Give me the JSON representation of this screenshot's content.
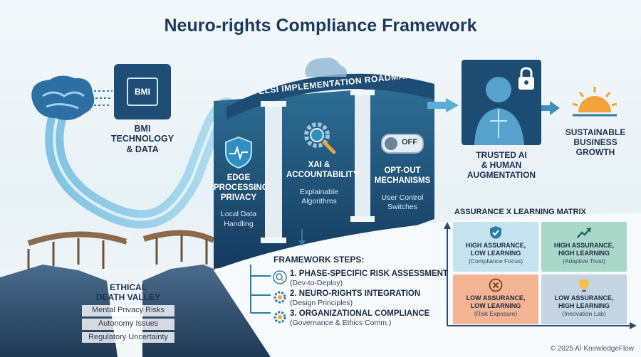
{
  "title": "Neuro-rights Compliance Framework",
  "bmi": {
    "chip_label": "BMI",
    "label_lines": [
      "BMI",
      "TECHNOLOGY",
      "& DATA"
    ]
  },
  "death_valley": {
    "title_lines": [
      "ETHICAL",
      "DEATH VALLEY"
    ],
    "items": [
      "Mental Privacy Risks",
      "Autonomy Issues",
      "Regulatory Uncertainty"
    ]
  },
  "roadmap": {
    "banner": "ELSI IMPLEMENTATION ROADMAP",
    "pillars": [
      {
        "title_lines": [
          "EDGE",
          "PROCESSING",
          "PRIVACY"
        ],
        "text_lines": [
          "Local Data",
          "Handling"
        ],
        "icon": "shield-heartbeat-icon"
      },
      {
        "title_lines": [
          "XAI &",
          "ACCOUNTABILITY"
        ],
        "text_lines": [
          "Explainable",
          "Algorithms"
        ],
        "icon": "gear-magnifier-icon"
      },
      {
        "title_lines": [
          "OPT-OUT",
          "MECHANISMS"
        ],
        "text_lines": [
          "User Control",
          "Switches"
        ],
        "icon": "toggle-switch-icon",
        "toggle_label": "OFF"
      }
    ]
  },
  "trusted_ai": {
    "label_lines": [
      "TRUSTED AI",
      "& HUMAN",
      "AUGMENTATION"
    ],
    "icon": "padlock-icon"
  },
  "growth": {
    "label_lines": [
      "SUSTAINABLE",
      "BUSINESS",
      "GROWTH"
    ],
    "icon": "sunrise-icon"
  },
  "steps": {
    "heading": "FRAMEWORK STEPS:",
    "items": [
      {
        "title": "1. PHASE-SPECIFIC RISK ASSESSMENT",
        "sub": "(Dev-to-Deploy)",
        "icon": "magnifier-icon"
      },
      {
        "title": "2. NEURO-RIGHTS INTEGRATION",
        "sub": "(Design Principles)",
        "icon": "gear-icon"
      },
      {
        "title": "3. ORGANIZATIONAL COMPLIANCE",
        "sub": "(Governance & Ethics Comm.)",
        "icon": "gear-icon"
      }
    ]
  },
  "matrix": {
    "title": "ASSURANCE X LEARNING MATRIX",
    "cells": [
      {
        "title_lines": [
          "HIGH ASSURANCE,",
          "LOW LEARNING"
        ],
        "sub": "(Compliance Focus)",
        "color": "#c5e3ef",
        "icon": "shield-check-icon"
      },
      {
        "title_lines": [
          "HIGH ASSURANCE,",
          "HIGH LEARNING"
        ],
        "sub": "(Adaptive Trust)",
        "color": "#a9d8c9",
        "icon": "trend-up-icon"
      },
      {
        "title_lines": [
          "LOW ASSURANCE,",
          "LOW LEARNING"
        ],
        "sub": "(Risk Exposure)",
        "color": "#f3b493",
        "icon": "x-circle-icon"
      },
      {
        "title_lines": [
          "LOW ASSURANCE,",
          "HIGH LEARNING"
        ],
        "sub": "(Innovation Lab)",
        "color": "#c5d4e2",
        "icon": "lightbulb-icon"
      }
    ]
  },
  "footer": "© 2025 AI KnowledgeFlow",
  "colors": {
    "navy": "#1b3a5c",
    "teal": "#2b7da3",
    "stream": "#7fc6e4",
    "orange": "#f4a23a"
  }
}
